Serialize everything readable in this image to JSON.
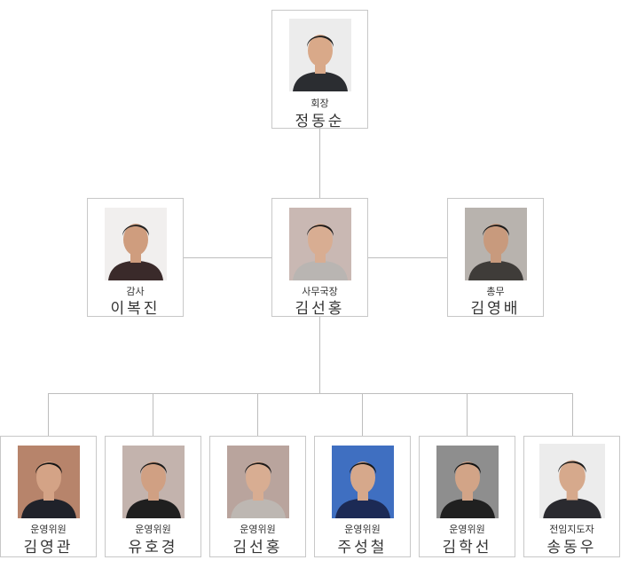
{
  "president": {
    "role": "회장",
    "name": "정동순",
    "bg": "#ececec",
    "suit": "#2b2d31",
    "skin": "#d9a989",
    "hair": "#1e1e1e"
  },
  "middle": [
    {
      "key": "auditor",
      "role": "감사",
      "name": "이복진",
      "bg": "#f1efee",
      "suit": "#3a2a2a",
      "skin": "#cf9d7e",
      "hair": "#222222"
    },
    {
      "key": "secretary-general",
      "role": "사무국장",
      "name": "김선홍",
      "bg": "#c9b8b3",
      "suit": "#b9b5b2",
      "skin": "#d8ad92",
      "hair": "#1d1a19"
    },
    {
      "key": "general-affairs",
      "role": "총무",
      "name": "김영배",
      "bg": "#b8b3ae",
      "suit": "#3f3c39",
      "skin": "#c89a7d",
      "hair": "#1a1a1a"
    }
  ],
  "committee": [
    {
      "role": "운영위원",
      "name": "김영관",
      "bg": "#b7846b",
      "suit": "#20222a",
      "skin": "#d4a386",
      "hair": "#141414"
    },
    {
      "role": "운영위원",
      "name": "유호경",
      "bg": "#c3b3ad",
      "suit": "#1f1f1f",
      "skin": "#d0a083",
      "hair": "#1a1a1a"
    },
    {
      "role": "운영위원",
      "name": "김선홍",
      "bg": "#b9a49d",
      "suit": "#bdb7b2",
      "skin": "#d8ad92",
      "hair": "#1d1a19"
    },
    {
      "role": "운영위원",
      "name": "주성철",
      "bg": "#3f6fc1",
      "suit": "#1c2a55",
      "skin": "#d6a88b",
      "hair": "#161616"
    },
    {
      "role": "운영위원",
      "name": "김학선",
      "bg": "#8e8e8e",
      "suit": "#202020",
      "skin": "#d2a487",
      "hair": "#121212"
    },
    {
      "role": "전임지도자",
      "name": "송동우",
      "bg": "#ececec",
      "suit": "#2a2a2f",
      "skin": "#d6a98c",
      "hair": "#1c1c1c"
    }
  ]
}
